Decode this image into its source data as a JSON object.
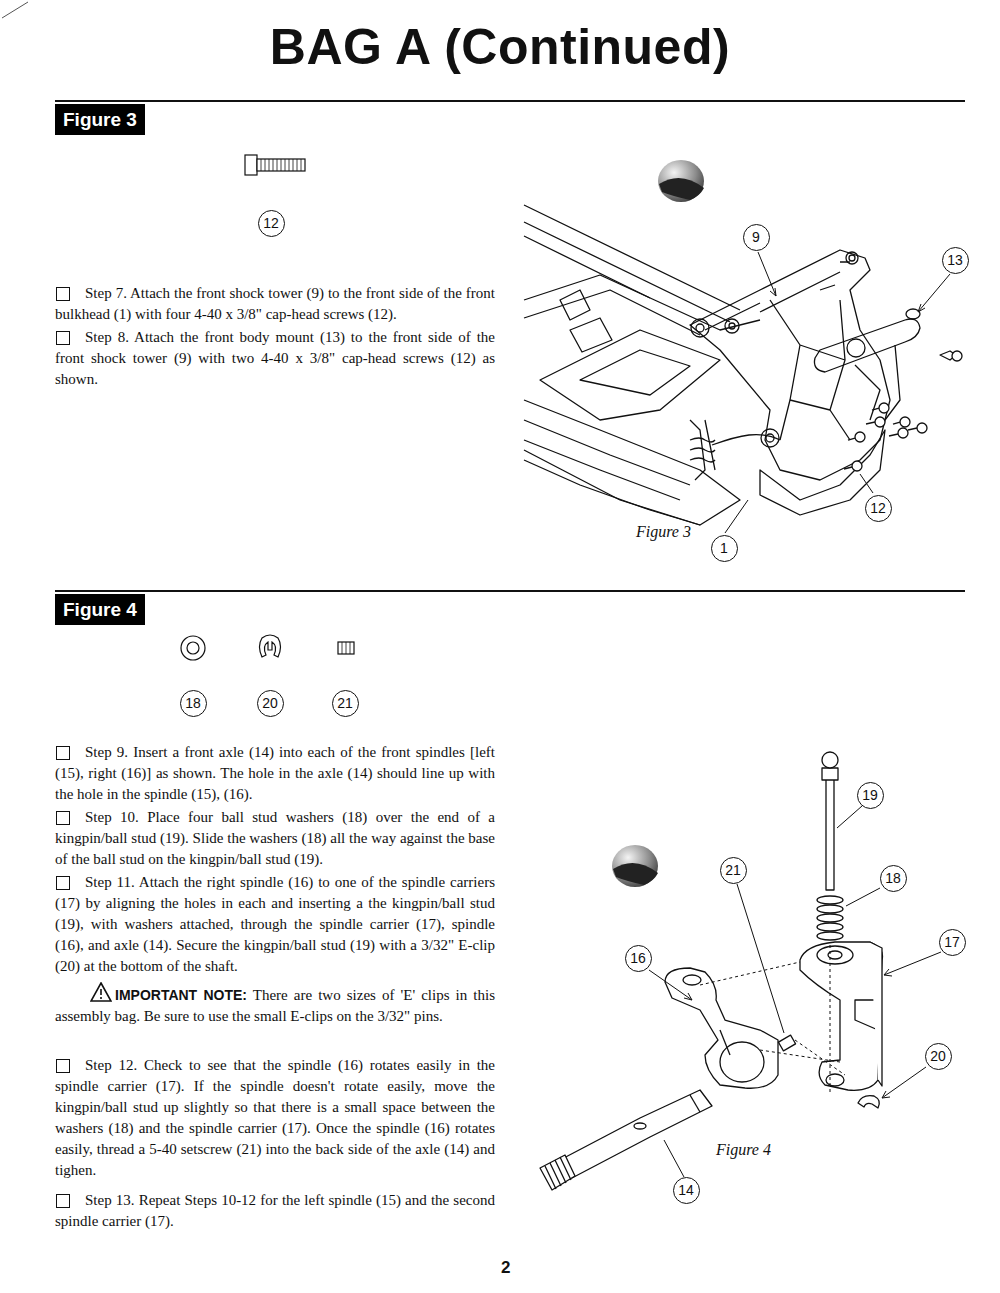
{
  "diagram": {
    "title": "BAG A (Continued)",
    "nodes": [
      {
        "text": [
          "Figure 3"
        ]
      },
      {
        "text": [
          "12"
        ]
      },
      {
        "text": [
          "9"
        ]
      },
      {
        "text": [
          "13"
        ]
      },
      {
        "text": [
          "12"
        ]
      },
      {
        "text": [
          "1"
        ]
      },
      {
        "text": [
          "Figure 4"
        ]
      },
      {
        "text": [
          "18"
        ]
      },
      {
        "text": [
          "20"
        ]
      },
      {
        "text": [
          "21"
        ]
      },
      {
        "text": [
          "19"
        ]
      },
      {
        "text": [
          "21"
        ]
      },
      {
        "text": [
          "18"
        ]
      },
      {
        "text": [
          "17"
        ]
      },
      {
        "text": [
          "16"
        ]
      },
      {
        "text": [
          "20"
        ]
      },
      {
        "text": [
          "14"
        ]
      }
    ],
    "labels": [
      "Step 7. Attach the front shock tower (9) to the front side of the front bulkhead (1) with four 4-40 x 3/8\" cap-head screws (12).",
      "Step 8. Attach the front body mount (13) to the front side of the front shock tower (9) with two 4-40 x 3/8\" cap-head screws (12) as shown.",
      "Figure 3",
      "Step 9. Insert a front axle (14) into each of the front spindles [left (15), right (16)] as shown. The hole in the axle (14) should line up with the hole in the spindle (15), (16).",
      "Step 10. Place four ball stud washers (18) over the end of a kingpin/ball stud (19). Slide the washers (18) all the way against the base of the ball stud on the kingpin/ball stud (19).",
      "Step 11. Attach the right spindle (16) to one of the spindle carriers (17) by aligning the holes in each and inserting a the kingpin/ball stud (19), with washers attached, through the spindle carrier (17), spindle (16), and axle (14). Secure the kingpin/ball stud (19) with a 3/32\" E-clip (20) at the bottom of the shaft.",
      "IMPORTANT NOTE:",
      "There are two sizes of 'E' clips in this assembly bag. Be sure to use the small E-clips on the 3/32\" pins.",
      "Step 12. Check to see that the spindle (16) rotates easily in the spindle carrier (17). If the spindle doesn't rotate easily, move the kingpin/ball stud up slightly so that there is a small space between the washers (18) and the spindle carrier (17). Once the spindle (16) rotates easily, thread a 5-40 setscrew (21) into the back side of the axle (14) and tighen.",
      "Step 13. Repeat Steps 10-12 for the left spindle (15) and the second spindle carrier (17).",
      "Figure 4",
      "2"
    ]
  }
}
